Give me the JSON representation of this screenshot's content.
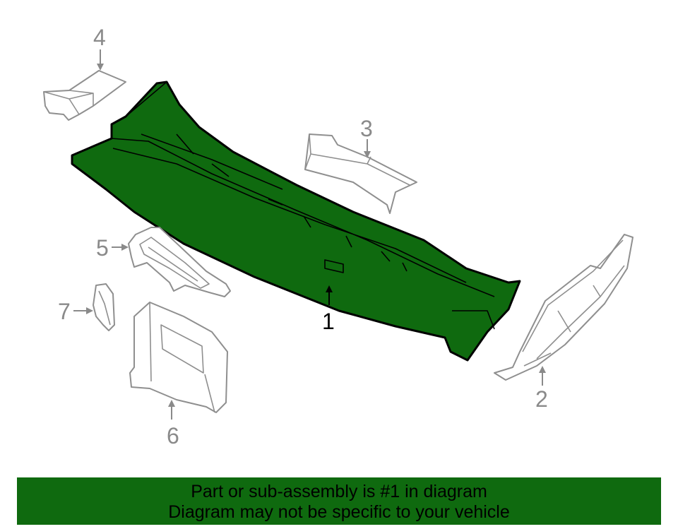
{
  "colors": {
    "highlight_part": "#0f6a0f",
    "banner_background": "#0f6a0f",
    "other_parts_outline": "#8f8f8f",
    "callout_text": "#8a8a8a",
    "main_callout_text": "#000000"
  },
  "callouts": {
    "c1": "1",
    "c2": "2",
    "c3": "3",
    "c4": "4",
    "c5": "5",
    "c6": "6",
    "c7": "7"
  },
  "banner": {
    "line1": "Part or sub-assembly is #1 in diagram",
    "line2": "Diagram may not be specific to your vehicle"
  }
}
